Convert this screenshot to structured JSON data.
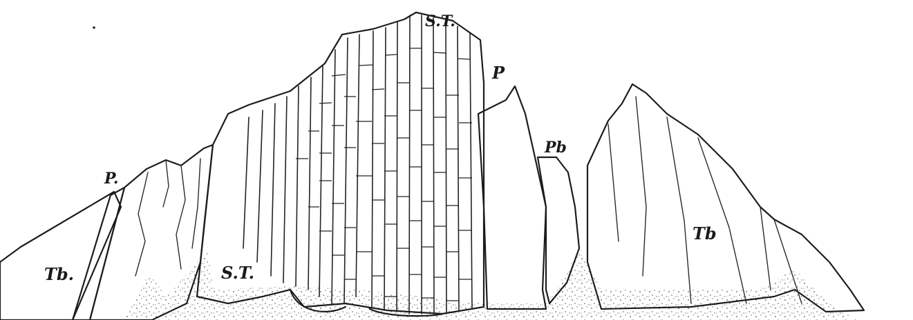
{
  "labels": {
    "st_top": "S.T.",
    "p_right": "P",
    "pb": "Pb",
    "p_left": "P.",
    "st_low": "S.T.",
    "tb_left": "Tb.",
    "tb_right": "Tb"
  },
  "colors": {
    "ink": "#1c1c1c",
    "paper": "#ffffff",
    "stipple": "#555555"
  }
}
